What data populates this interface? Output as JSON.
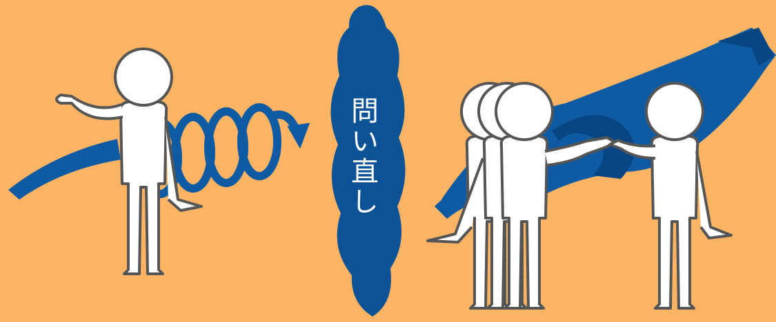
{
  "center_label": "問い直し",
  "colors": {
    "background": "#fbb463",
    "ribbon": "#0e5aa3",
    "ribbon_dark": "#0a4583",
    "figure_fill": "#ffffff",
    "figure_stroke": "#555555"
  },
  "illustration": {
    "left": "single-figure-with-spiral",
    "center": "blue-cloud-with-label",
    "right": "group-of-figures-with-ribbon"
  }
}
